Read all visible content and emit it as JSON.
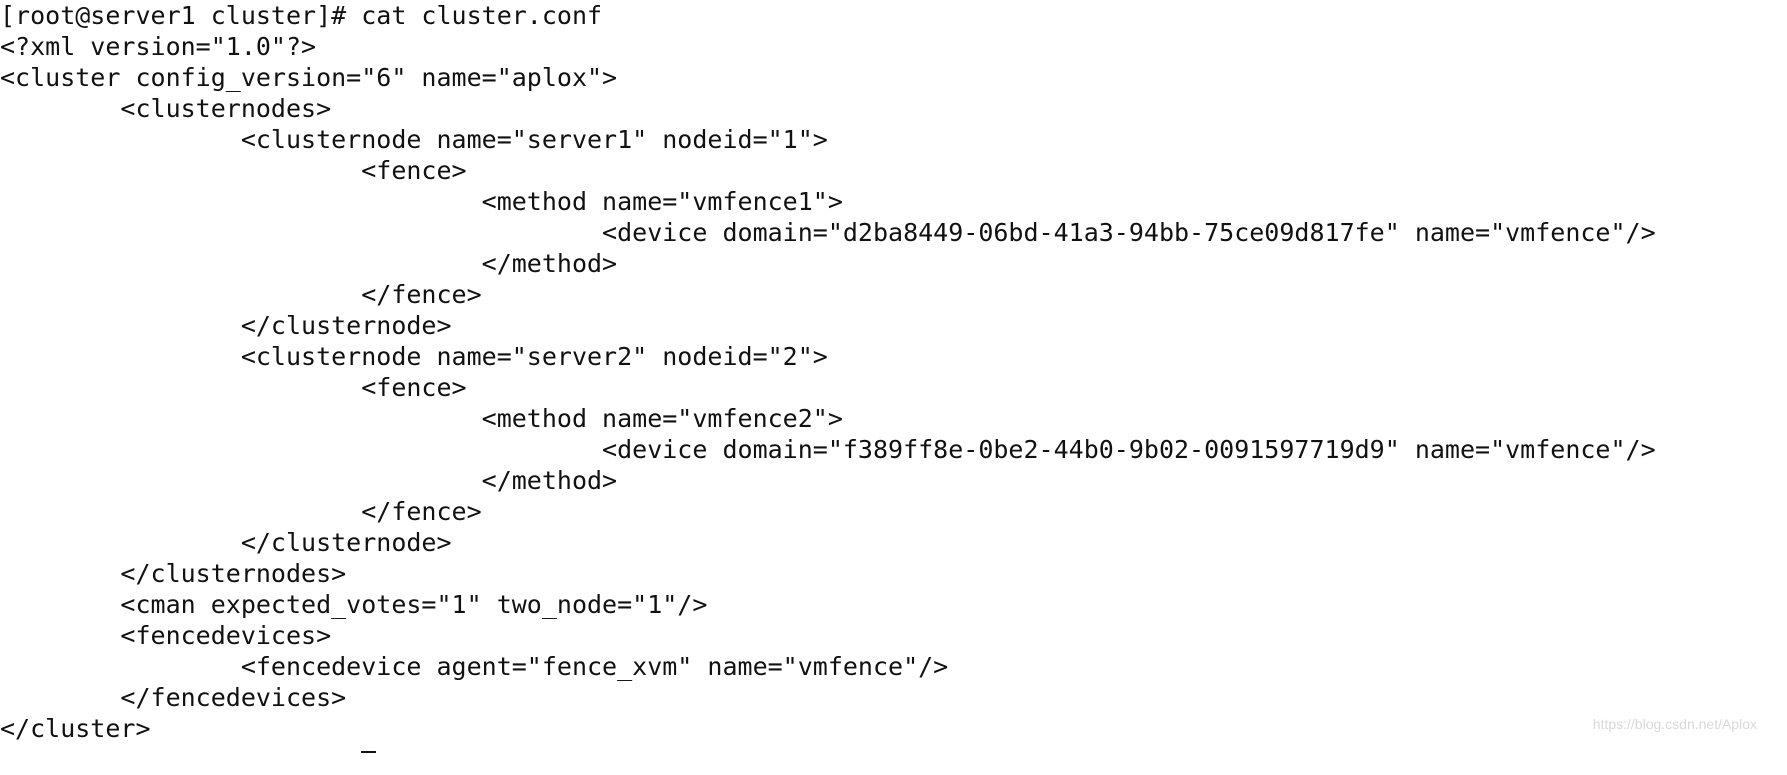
{
  "terminal": {
    "prompt_line": "[root@server1 cluster]# cat cluster.conf",
    "lines": [
      "<?xml version=\"1.0\"?>",
      "<cluster config_version=\"6\" name=\"aplox\">",
      "        <clusternodes>",
      "                <clusternode name=\"server1\" nodeid=\"1\">",
      "                        <fence>",
      "                                <method name=\"vmfence1\">",
      "                                        <device domain=\"d2ba8449-06bd-41a3-94bb-75ce09d817fe\" name=\"vmfence\"/>",
      "                                </method>",
      "                        </fence>",
      "                </clusternode>",
      "                <clusternode name=\"server2\" nodeid=\"2\">",
      "                        <fence>",
      "                                <method name=\"vmfence2\">",
      "                                        <device domain=\"f389ff8e-0be2-44b0-9b02-0091597719d9\" name=\"vmfence\"/>",
      "                                </method>",
      "                        </fence>",
      "                </clusternode>",
      "        </clusternodes>",
      "        <cman expected_votes=\"1\" two_node=\"1\"/>",
      "        <fencedevices>",
      "                <fencedevice agent=\"fence_xvm\" name=\"vmfence\"/>",
      "        </fencedevices>",
      "</cluster>"
    ],
    "cursor_indent": "                        "
  },
  "watermark": "https://blog.csdn.net/Aplox",
  "colors": {
    "background": "#ffffff",
    "text": "#111111",
    "watermark": "#d9d9d9"
  }
}
